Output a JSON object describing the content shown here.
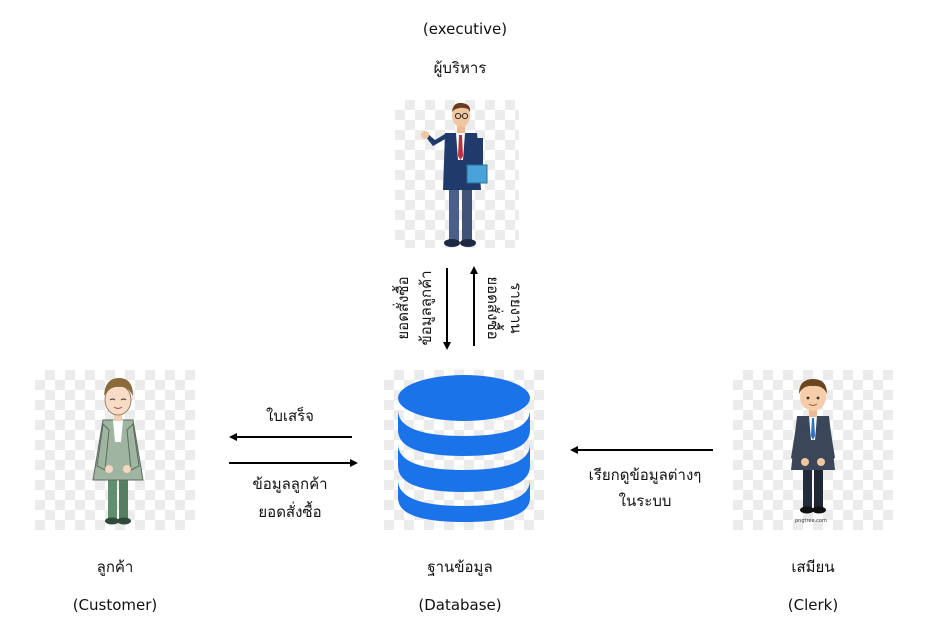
{
  "executive": {
    "label_en": "(executive)",
    "label_th": "ผู้บริหาร",
    "icon": "executive-businessman-icon"
  },
  "database": {
    "label_th": "ฐานข้อมูล",
    "label_en": "(Database)",
    "icon": "database-cylinder-icon",
    "color": "#1a73e8"
  },
  "customer": {
    "label_th": "ลูกค้า",
    "label_en": "(Customer)",
    "icon": "customer-person-icon"
  },
  "clerk": {
    "label_th": "เสมียน",
    "label_en": "(Clerk)",
    "icon": "clerk-person-icon",
    "watermark": "pngtree.com"
  },
  "flows": {
    "db_to_exec": [
      "ยอดสั่งซื้อ",
      "ข้อมูลลูกค้า"
    ],
    "exec_to_db": [
      "ยอดสั่งซื้อ",
      "รายงาน"
    ],
    "db_to_customer": "ใบเสร็จ",
    "customer_to_db": [
      "ข้อมูลลูกค้า",
      "ยอดสั่งซื้อ"
    ],
    "clerk_to_db": [
      "เรียกดูข้อมูลต่างๆ",
      "ในระบบ"
    ]
  }
}
